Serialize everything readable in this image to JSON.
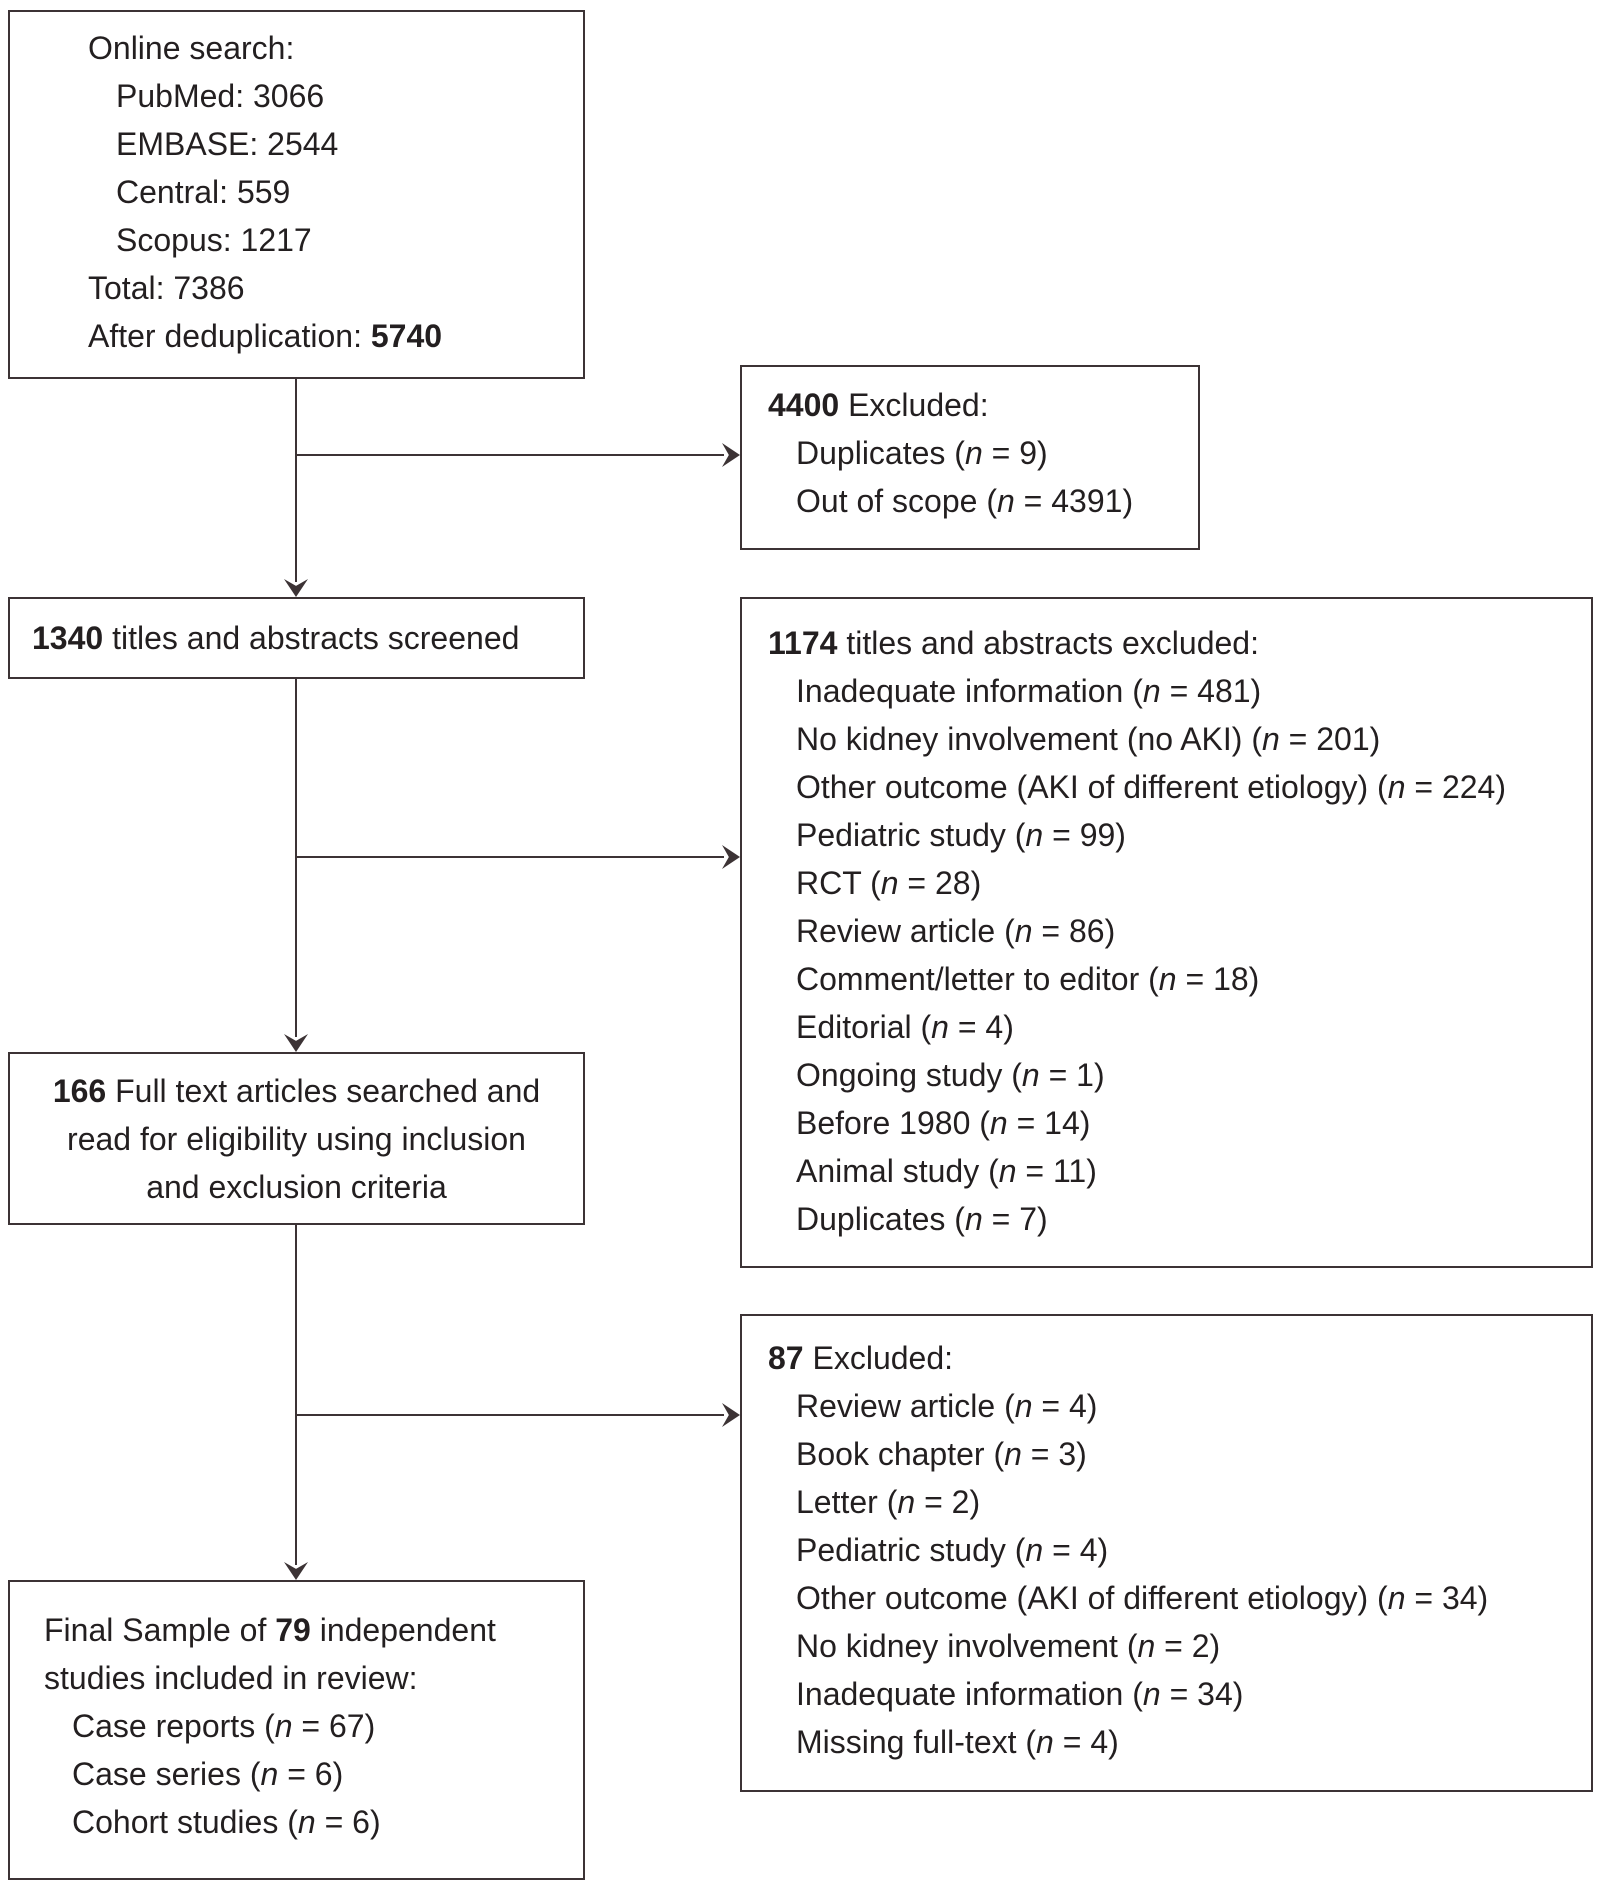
{
  "figure": {
    "type": "prisma-flow-diagram",
    "background_color": "#ffffff",
    "line_color": "#3c3335",
    "text_color": "#231f20"
  },
  "boxes": {
    "online_search": {
      "lines": [
        {
          "indent": 0,
          "segs": [
            {
              "s": "r",
              "t": "Online search:"
            }
          ]
        },
        {
          "indent": 1,
          "segs": [
            {
              "s": "r",
              "t": "PubMed: 3066"
            }
          ]
        },
        {
          "indent": 1,
          "segs": [
            {
              "s": "r",
              "t": "EMBASE: 2544"
            }
          ]
        },
        {
          "indent": 1,
          "segs": [
            {
              "s": "r",
              "t": "Central: 559"
            }
          ]
        },
        {
          "indent": 1,
          "segs": [
            {
              "s": "r",
              "t": "Scopus: 1217"
            }
          ]
        },
        {
          "indent": 0,
          "segs": [
            {
              "s": "r",
              "t": "Total: 7386"
            }
          ]
        },
        {
          "indent": 0,
          "segs": [
            {
              "s": "r",
              "t": "After deduplication: "
            },
            {
              "s": "b",
              "t": "5740"
            }
          ]
        }
      ]
    },
    "excluded_initial": {
      "lines": [
        {
          "indent": 0,
          "segs": [
            {
              "s": "b",
              "t": "4400"
            },
            {
              "s": "r",
              "t": " Excluded:"
            }
          ]
        },
        {
          "indent": 1,
          "segs": [
            {
              "s": "r",
              "t": "Duplicates ("
            },
            {
              "s": "i",
              "t": "n"
            },
            {
              "s": "r",
              "t": " = 9)"
            }
          ]
        },
        {
          "indent": 1,
          "segs": [
            {
              "s": "r",
              "t": "Out of scope ("
            },
            {
              "s": "i",
              "t": "n"
            },
            {
              "s": "r",
              "t": " = 4391)"
            }
          ]
        }
      ]
    },
    "screened": {
      "lines": [
        {
          "indent": 0,
          "segs": [
            {
              "s": "b",
              "t": "1340"
            },
            {
              "s": "r",
              "t": " titles and abstracts screened"
            }
          ]
        }
      ]
    },
    "excluded_screening": {
      "lines": [
        {
          "indent": 0,
          "segs": [
            {
              "s": "b",
              "t": "1174"
            },
            {
              "s": "r",
              "t": " titles and abstracts excluded:"
            }
          ]
        },
        {
          "indent": 1,
          "segs": [
            {
              "s": "r",
              "t": "Inadequate information ("
            },
            {
              "s": "i",
              "t": "n"
            },
            {
              "s": "r",
              "t": " = 481)"
            }
          ]
        },
        {
          "indent": 1,
          "segs": [
            {
              "s": "r",
              "t": "No kidney involvement (no AKI) ("
            },
            {
              "s": "i",
              "t": "n"
            },
            {
              "s": "r",
              "t": " = 201)"
            }
          ]
        },
        {
          "indent": 1,
          "segs": [
            {
              "s": "r",
              "t": "Other outcome (AKI of different etiology) ("
            },
            {
              "s": "i",
              "t": "n"
            },
            {
              "s": "r",
              "t": " = 224)"
            }
          ]
        },
        {
          "indent": 1,
          "segs": [
            {
              "s": "r",
              "t": "Pediatric study ("
            },
            {
              "s": "i",
              "t": "n"
            },
            {
              "s": "r",
              "t": " = 99)"
            }
          ]
        },
        {
          "indent": 1,
          "segs": [
            {
              "s": "r",
              "t": "RCT ("
            },
            {
              "s": "i",
              "t": "n"
            },
            {
              "s": "r",
              "t": " = 28)"
            }
          ]
        },
        {
          "indent": 1,
          "segs": [
            {
              "s": "r",
              "t": "Review article ("
            },
            {
              "s": "i",
              "t": "n"
            },
            {
              "s": "r",
              "t": " = 86)"
            }
          ]
        },
        {
          "indent": 1,
          "segs": [
            {
              "s": "r",
              "t": "Comment/letter to editor ("
            },
            {
              "s": "i",
              "t": "n"
            },
            {
              "s": "r",
              "t": " = 18)"
            }
          ]
        },
        {
          "indent": 1,
          "segs": [
            {
              "s": "r",
              "t": "Editorial ("
            },
            {
              "s": "i",
              "t": "n"
            },
            {
              "s": "r",
              "t": " = 4)"
            }
          ]
        },
        {
          "indent": 1,
          "segs": [
            {
              "s": "r",
              "t": "Ongoing study ("
            },
            {
              "s": "i",
              "t": "n"
            },
            {
              "s": "r",
              "t": " = 1)"
            }
          ]
        },
        {
          "indent": 1,
          "segs": [
            {
              "s": "r",
              "t": "Before 1980 ("
            },
            {
              "s": "i",
              "t": "n"
            },
            {
              "s": "r",
              "t": " = 14)"
            }
          ]
        },
        {
          "indent": 1,
          "segs": [
            {
              "s": "r",
              "t": "Animal study ("
            },
            {
              "s": "i",
              "t": "n"
            },
            {
              "s": "r",
              "t": " = 11)"
            }
          ]
        },
        {
          "indent": 1,
          "segs": [
            {
              "s": "r",
              "t": "Duplicates ("
            },
            {
              "s": "i",
              "t": "n"
            },
            {
              "s": "r",
              "t": " = 7)"
            }
          ]
        }
      ]
    },
    "fulltext": {
      "lines": [
        {
          "indent": 0,
          "segs": [
            {
              "s": "b",
              "t": "166"
            },
            {
              "s": "r",
              "t": " Full text articles searched and"
            }
          ]
        },
        {
          "indent": 0,
          "segs": [
            {
              "s": "r",
              "t": "read for eligibility using inclusion"
            }
          ]
        },
        {
          "indent": 0,
          "segs": [
            {
              "s": "r",
              "t": "and exclusion criteria"
            }
          ]
        }
      ]
    },
    "excluded_fulltext": {
      "lines": [
        {
          "indent": 0,
          "segs": [
            {
              "s": "b",
              "t": "87"
            },
            {
              "s": "r",
              "t": " Excluded:"
            }
          ]
        },
        {
          "indent": 1,
          "segs": [
            {
              "s": "r",
              "t": "Review article ("
            },
            {
              "s": "i",
              "t": "n"
            },
            {
              "s": "r",
              "t": " = 4)"
            }
          ]
        },
        {
          "indent": 1,
          "segs": [
            {
              "s": "r",
              "t": "Book chapter ("
            },
            {
              "s": "i",
              "t": "n"
            },
            {
              "s": "r",
              "t": " = 3)"
            }
          ]
        },
        {
          "indent": 1,
          "segs": [
            {
              "s": "r",
              "t": "Letter ("
            },
            {
              "s": "i",
              "t": "n"
            },
            {
              "s": "r",
              "t": " = 2)"
            }
          ]
        },
        {
          "indent": 1,
          "segs": [
            {
              "s": "r",
              "t": "Pediatric study ("
            },
            {
              "s": "i",
              "t": "n"
            },
            {
              "s": "r",
              "t": " = 4)"
            }
          ]
        },
        {
          "indent": 1,
          "segs": [
            {
              "s": "r",
              "t": "Other outcome (AKI of different etiology) ("
            },
            {
              "s": "i",
              "t": "n"
            },
            {
              "s": "r",
              "t": " = 34)"
            }
          ]
        },
        {
          "indent": 1,
          "segs": [
            {
              "s": "r",
              "t": "No kidney involvement ("
            },
            {
              "s": "i",
              "t": "n"
            },
            {
              "s": "r",
              "t": " = 2)"
            }
          ]
        },
        {
          "indent": 1,
          "segs": [
            {
              "s": "r",
              "t": "Inadequate information ("
            },
            {
              "s": "i",
              "t": "n"
            },
            {
              "s": "r",
              "t": " = 34)"
            }
          ]
        },
        {
          "indent": 1,
          "segs": [
            {
              "s": "r",
              "t": "Missing full-text ("
            },
            {
              "s": "i",
              "t": "n"
            },
            {
              "s": "r",
              "t": " = 4)"
            }
          ]
        }
      ]
    },
    "final_sample": {
      "lines": [
        {
          "indent": 0,
          "segs": [
            {
              "s": "r",
              "t": "Final Sample of "
            },
            {
              "s": "b",
              "t": "79"
            },
            {
              "s": "r",
              "t": " independent"
            }
          ]
        },
        {
          "indent": 0,
          "segs": [
            {
              "s": "r",
              "t": "studies included in review:"
            }
          ]
        },
        {
          "indent": 1,
          "segs": [
            {
              "s": "r",
              "t": "Case reports ("
            },
            {
              "s": "i",
              "t": "n"
            },
            {
              "s": "r",
              "t": " = 67)"
            }
          ]
        },
        {
          "indent": 1,
          "segs": [
            {
              "s": "r",
              "t": "Case series ("
            },
            {
              "s": "i",
              "t": "n"
            },
            {
              "s": "r",
              "t": " = 6)"
            }
          ]
        },
        {
          "indent": 1,
          "segs": [
            {
              "s": "r",
              "t": "Cohort studies ("
            },
            {
              "s": "i",
              "t": "n"
            },
            {
              "s": "r",
              "t": " = 6)"
            }
          ]
        }
      ]
    }
  }
}
